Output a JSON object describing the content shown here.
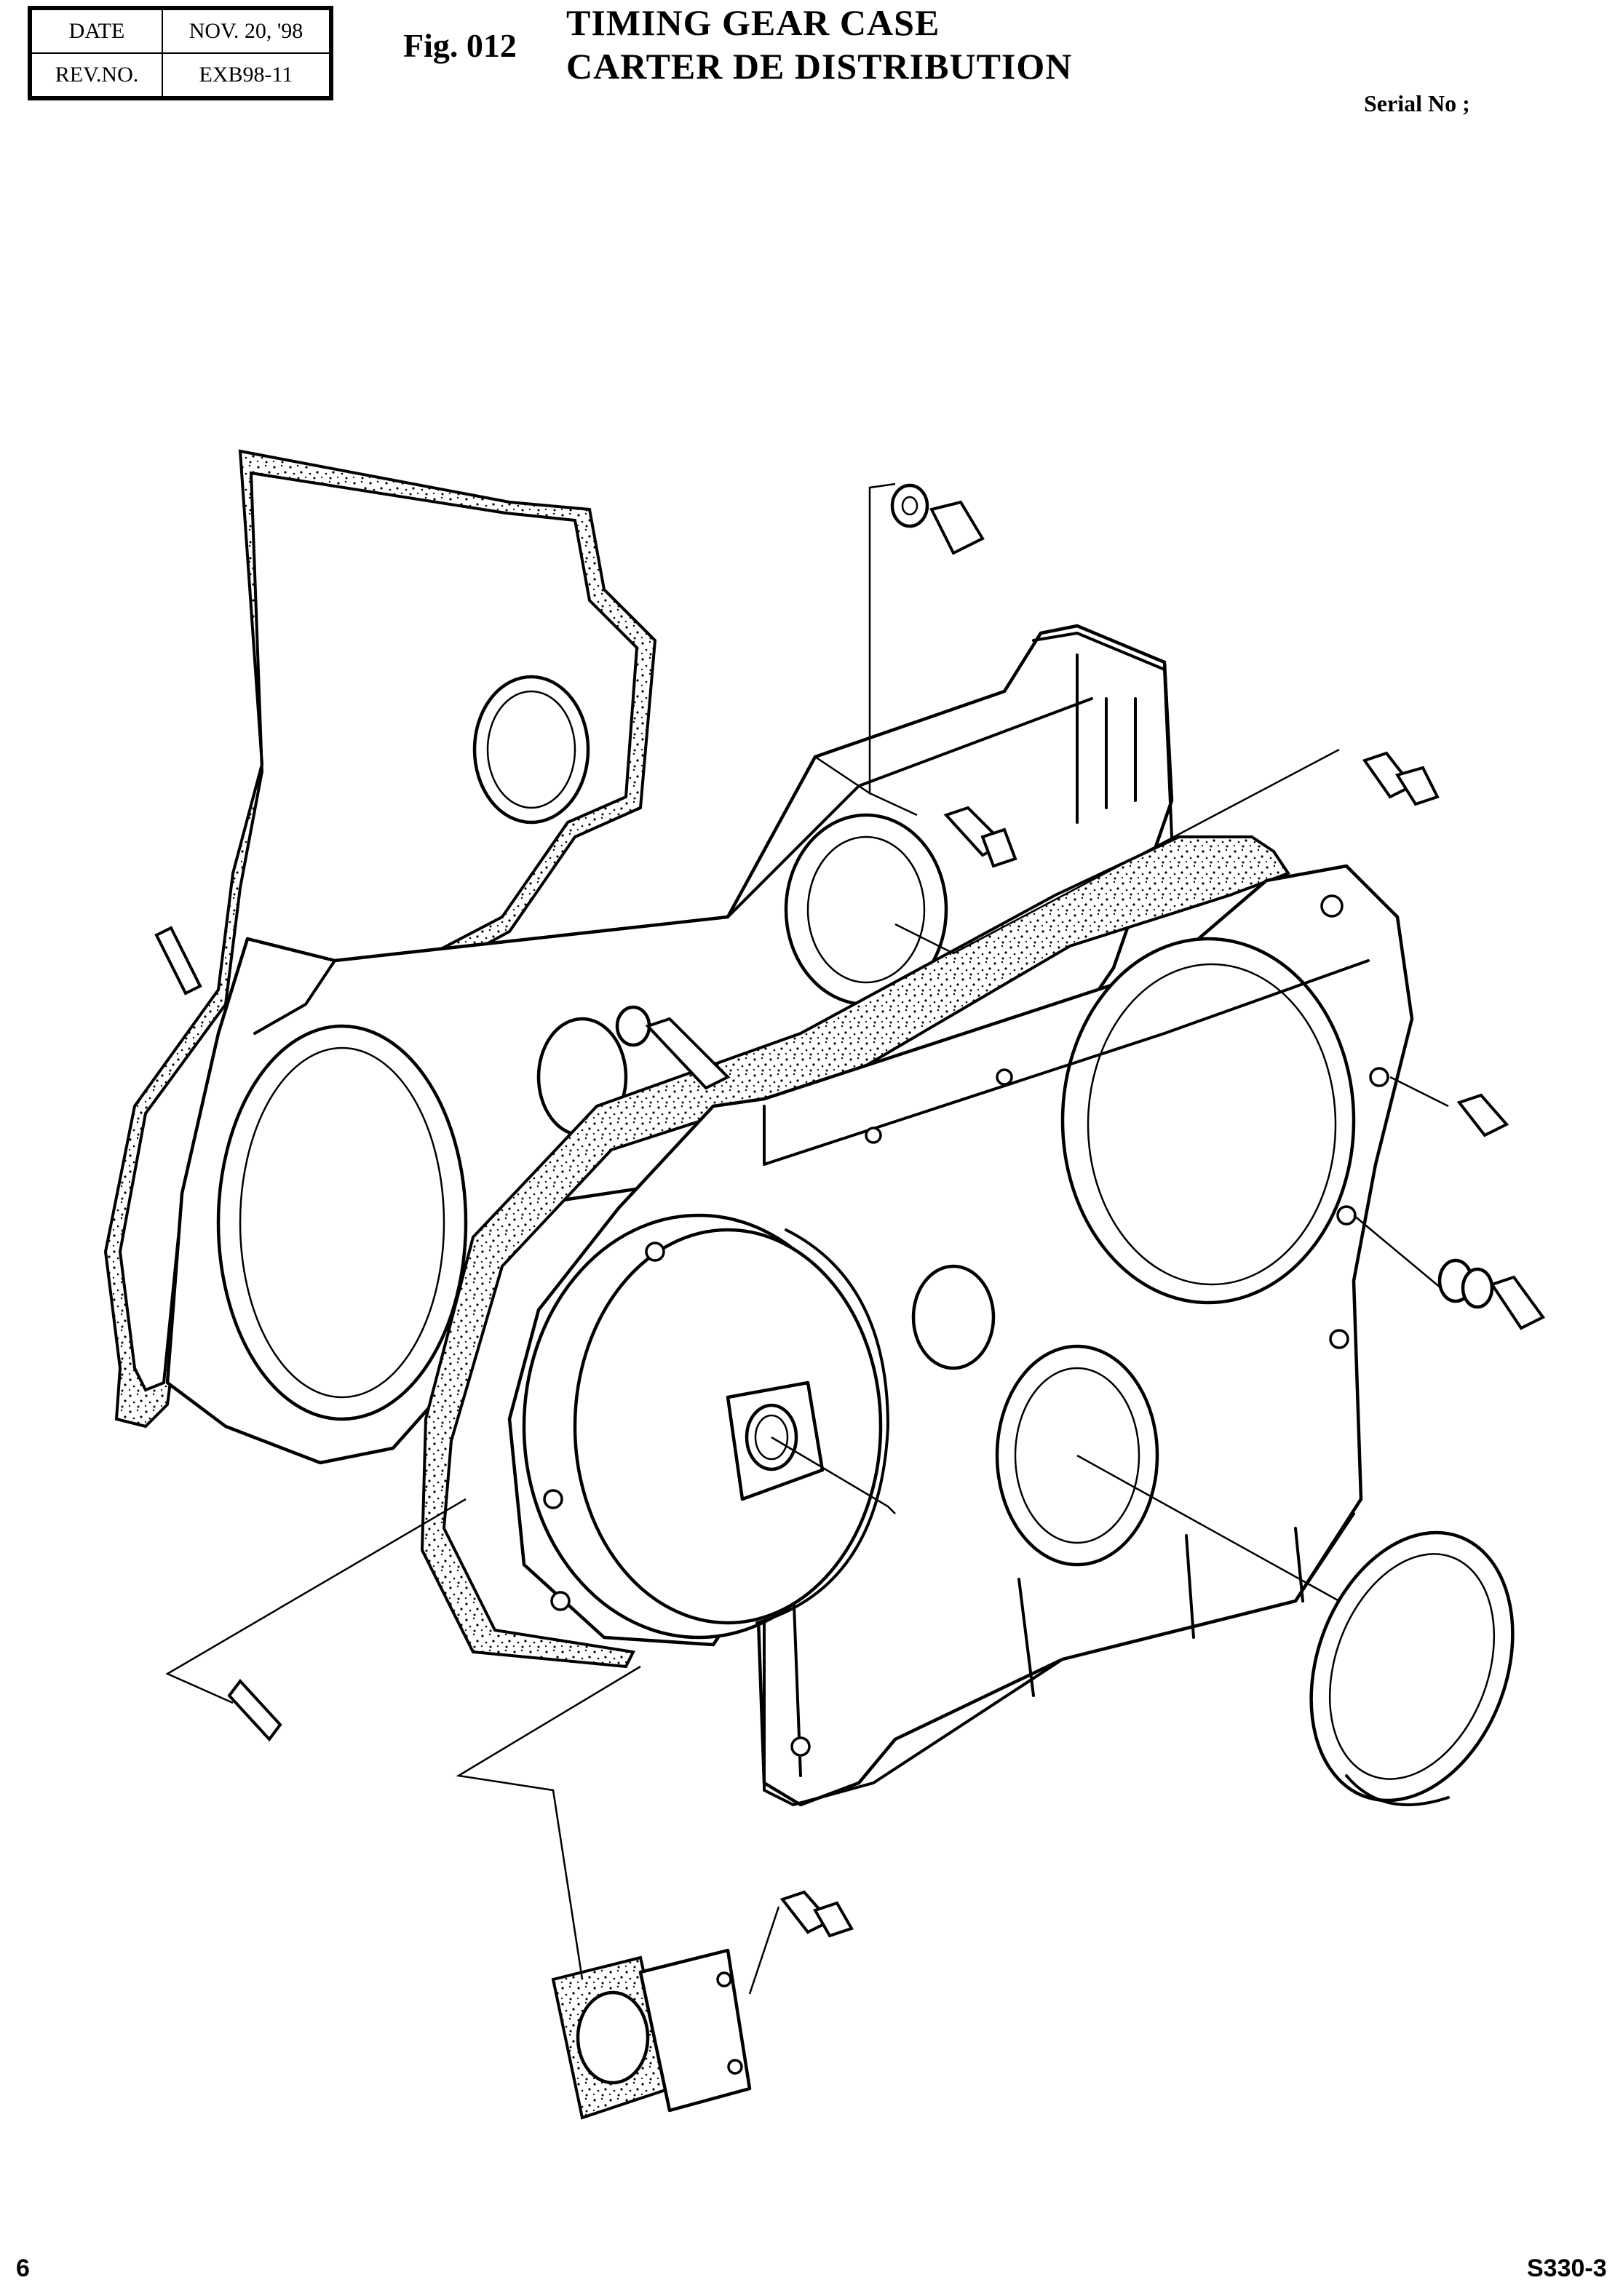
{
  "revision": {
    "date_label": "DATE",
    "date_value": "NOV. 20, '98",
    "rev_label": "REV.NO.",
    "rev_value": "EXB98-11"
  },
  "figure": {
    "number": "Fig. 012",
    "title_en": "TIMING GEAR CASE",
    "title_fr": "CARTER DE DISTRIBUTION"
  },
  "serial_label": "Serial No ;",
  "footer": {
    "page_number": "6",
    "doc_number": "S330-3"
  }
}
